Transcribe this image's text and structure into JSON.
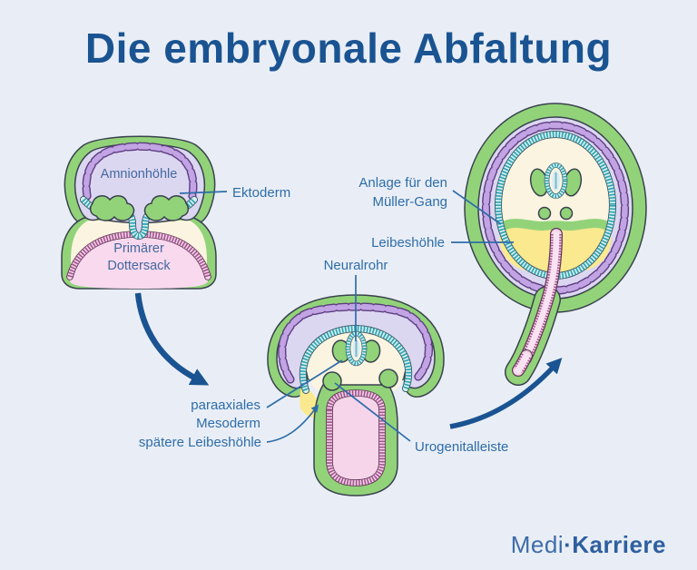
{
  "title": "Die embryonale Abfaltung",
  "colors": {
    "background": "#e9eef6",
    "title_blue": "#1a5391",
    "label_blue": "#2e6da9",
    "green": "#92d379",
    "lavender": "#dcd7f1",
    "purple": "#c2a4e4",
    "teal": "#2fa3b4",
    "cream": "#fbf4e0",
    "yellow": "#fae98f",
    "pink": "#f8d9ee",
    "maroon": "#a2538e"
  },
  "stage1": {
    "amnionhoehle": "Amnionhöhle",
    "ektoderm": "Ektoderm",
    "dottersack_line1": "Primärer",
    "dottersack_line2": "Dottersack"
  },
  "stage2": {
    "neuralrohr": "Neuralrohr",
    "mesoderm_line1": "paraaxiales",
    "mesoderm_line2": "Mesoderm",
    "leibeshoehle": "spätere Leibeshöhle",
    "urogenitalleiste": "Urogenitalleiste"
  },
  "stage3": {
    "anlage_line1": "Anlage für den",
    "anlage_line2": "Müller-Gang",
    "leibeshoehle": "Leibeshöhle"
  },
  "logo": {
    "part1": "Medi",
    "separator": "·",
    "part2": "Karriere"
  }
}
